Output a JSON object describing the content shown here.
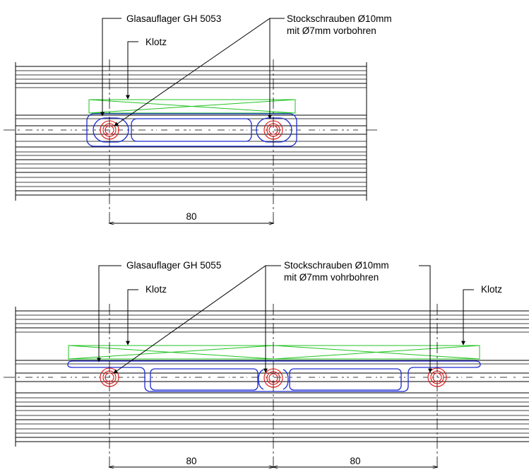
{
  "top": {
    "label_support": "Glasauflager GH 5053",
    "label_screws_1": "Stockschrauben Ø10mm",
    "label_screws_2": "mit Ø7mm vorbohren",
    "label_block": "Klotz",
    "dim_value": "80"
  },
  "bottom": {
    "label_support": "Glasauflager GH 5055",
    "label_screws_1": "Stockschrauben Ø10mm",
    "label_screws_2": "mit Ø7mm vohrbohren",
    "label_block_left": "Klotz",
    "label_block_right": "Klotz",
    "dim_value_left": "80",
    "dim_value_right": "80"
  },
  "colors": {
    "support_outline": "#1c2bd0",
    "block_outline": "#22c322",
    "screw_circles": "#e01010",
    "lines": "#000000"
  }
}
